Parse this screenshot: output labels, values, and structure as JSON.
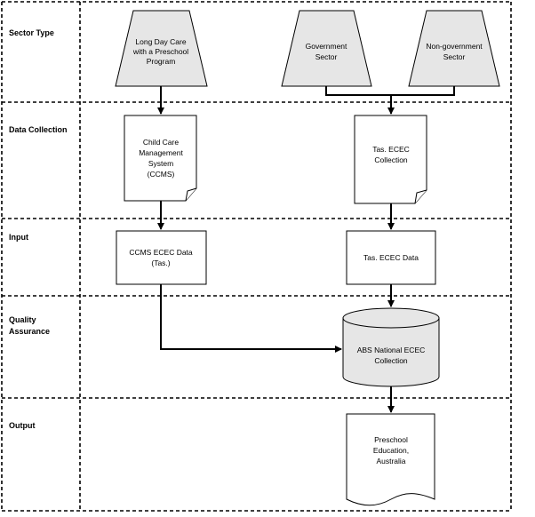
{
  "lanes": {
    "sector_type": [
      "Sector Type"
    ],
    "data_collection": [
      "Data Collection"
    ],
    "input": [
      "Input"
    ],
    "quality_assurance": [
      "Quality",
      "Assurance"
    ],
    "output": [
      "Output"
    ]
  },
  "nodes": {
    "long_day_care": [
      "Long Day Care",
      "with a Preschool",
      "Program"
    ],
    "government_sector": [
      "Government",
      "Sector"
    ],
    "non_government_sector": [
      "Non-government",
      "Sector"
    ],
    "ccms": [
      "Child Care",
      "Management",
      "System",
      "(CCMS)"
    ],
    "tas_ecec_collection": [
      "Tas. ECEC",
      "Collection"
    ],
    "ccms_ecec_data": [
      "CCMS ECEC Data",
      "(Tas.)"
    ],
    "tas_ecec_data": [
      "Tas. ECEC Data"
    ],
    "abs_national": [
      "ABS National ECEC",
      "Collection"
    ],
    "preschool_education": [
      "Preschool",
      "Education,",
      "Australia"
    ]
  },
  "colors": {
    "grey_fill": "#e6e6e6",
    "line": "#000000"
  }
}
